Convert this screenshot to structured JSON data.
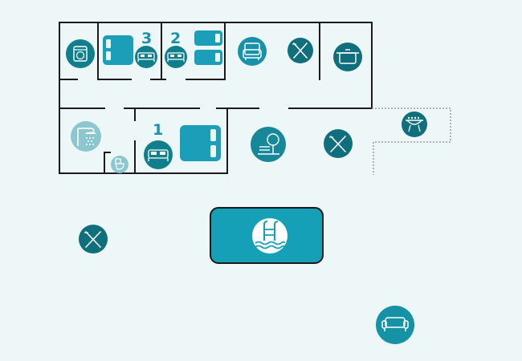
{
  "colors": {
    "background": "#eef7f8",
    "wall": "#1b1b1b",
    "dark_teal": "#0f6f7c",
    "teal": "#1792a8",
    "light_teal": "#8cc6cf",
    "bed_fill": "#1b9fb8",
    "pool_fill": "#16a0b8",
    "outdoor_line": "#9a9a9a"
  },
  "rooms": {
    "bedroom_1": {
      "number": "1",
      "icon": "double-bed-icon"
    },
    "bedroom_2": {
      "number": "2",
      "icon": "double-bed-icon"
    },
    "bedroom_3": {
      "number": "3",
      "icon": "double-bed-icon"
    }
  },
  "icons": [
    "washing-machine-icon",
    "armchair-icon",
    "dining-cutlery-icon",
    "cooking-pot-icon",
    "shower-icon",
    "toilet-icon",
    "garden-icon",
    "barbecue-icon",
    "pool-ladder-icon",
    "sofa-icon"
  ]
}
